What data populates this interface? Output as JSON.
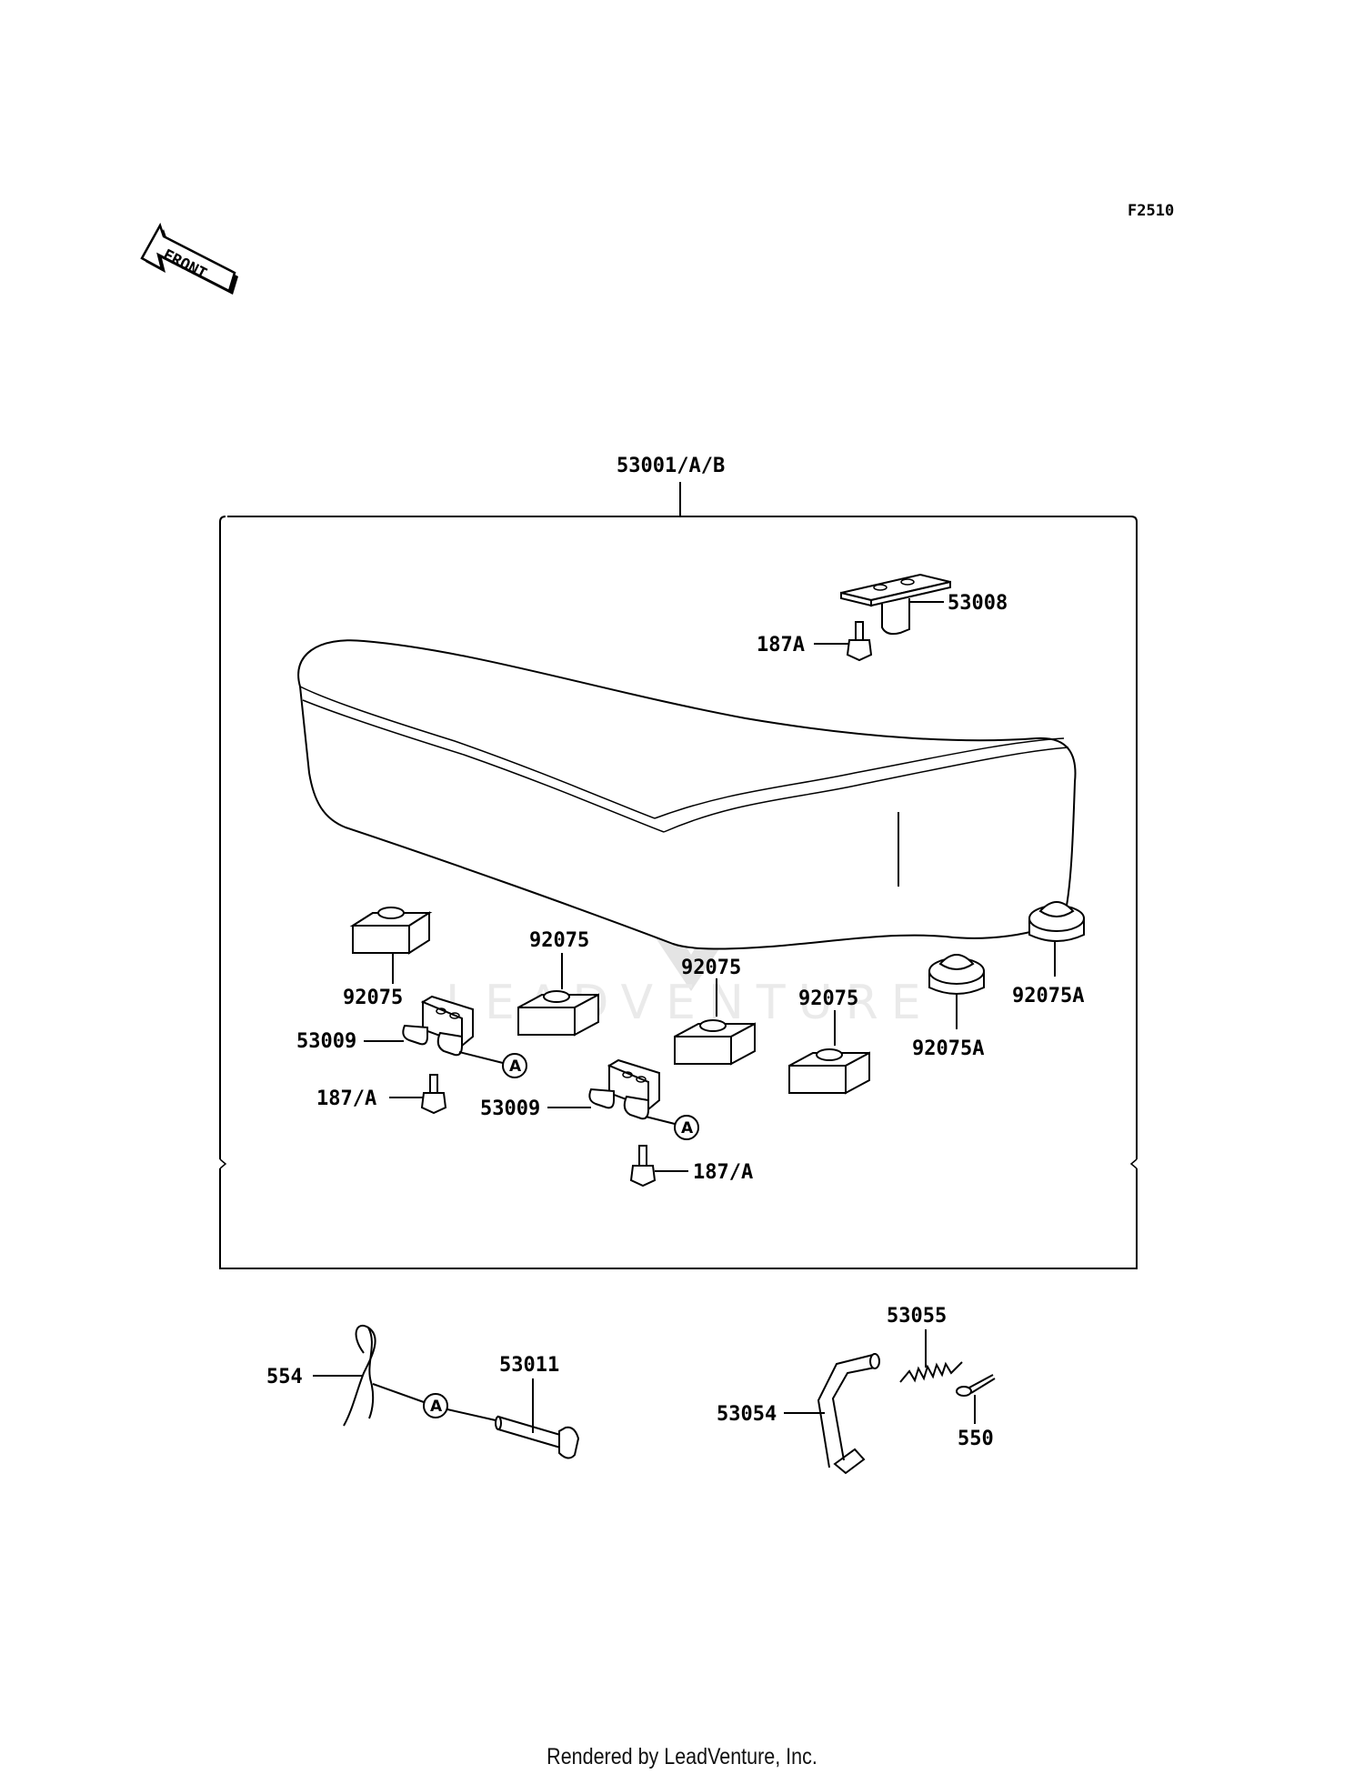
{
  "diagram_code": "F2510",
  "front_label": "FRONT",
  "footer": "Rendered by LeadVenture, Inc.",
  "watermark": "LEADVENTURE",
  "callout_ref": "A",
  "labels": {
    "seat_assy": "53001/A/B",
    "hook_53008": "53008",
    "bolt_187A_top": "187A",
    "rubber_left": "92075",
    "rubber_mid1": "92075",
    "rubber_mid2": "92075",
    "rubber_right": "92075",
    "cap_mid": "92075A",
    "cap_right": "92075A",
    "bracket_left": "53009",
    "bracket_mid": "53009",
    "bolt_left": "187/A",
    "bolt_mid": "187/A",
    "pin_554": "554",
    "pin_53011": "53011",
    "spring_53055": "53055",
    "rod_53054": "53054",
    "cotter_550": "550"
  }
}
